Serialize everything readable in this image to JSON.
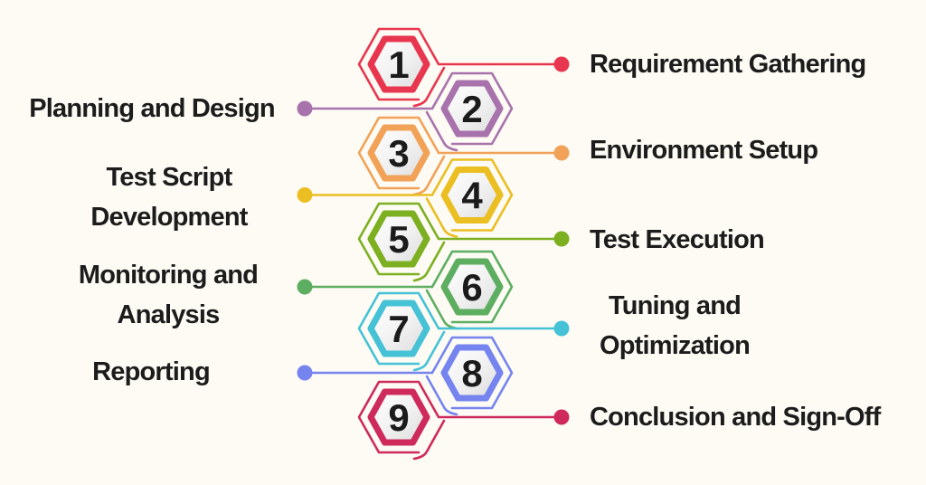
{
  "canvas": {
    "background_color": "#FDFBF4",
    "text_color": "#1C1C1C"
  },
  "steps": [
    {
      "number": "1",
      "side": "right",
      "color": "#E8364E",
      "label": "Requirement Gathering",
      "lines": [
        "Requirement Gathering"
      ]
    },
    {
      "number": "2",
      "side": "left",
      "color": "#A873AC",
      "label": "Planning and Design",
      "lines": [
        "Planning and Design"
      ]
    },
    {
      "number": "3",
      "side": "right",
      "color": "#F1A257",
      "label": "Environment Setup",
      "lines": [
        "Environment Setup"
      ]
    },
    {
      "number": "4",
      "side": "left",
      "color": "#EBBE22",
      "label": "Test Script Development",
      "lines": [
        "Test Script",
        "Development"
      ]
    },
    {
      "number": "5",
      "side": "right",
      "color": "#7CB021",
      "label": "Test Execution",
      "lines": [
        "Test Execution"
      ]
    },
    {
      "number": "6",
      "side": "left",
      "color": "#5DAE61",
      "label": "Monitoring and Analysis",
      "lines": [
        "Monitoring and",
        "Analysis"
      ]
    },
    {
      "number": "7",
      "side": "right",
      "color": "#45C2D6",
      "label": "Tuning and Optimization",
      "lines": [
        "Tuning and",
        "Optimization"
      ]
    },
    {
      "number": "8",
      "side": "left",
      "color": "#7584EF",
      "label": "Reporting",
      "lines": [
        "Reporting"
      ]
    },
    {
      "number": "9",
      "side": "right",
      "color": "#CE2A5C",
      "label": "Conclusion and Sign-Off",
      "lines": [
        "Conclusion and Sign-Off"
      ]
    }
  ]
}
